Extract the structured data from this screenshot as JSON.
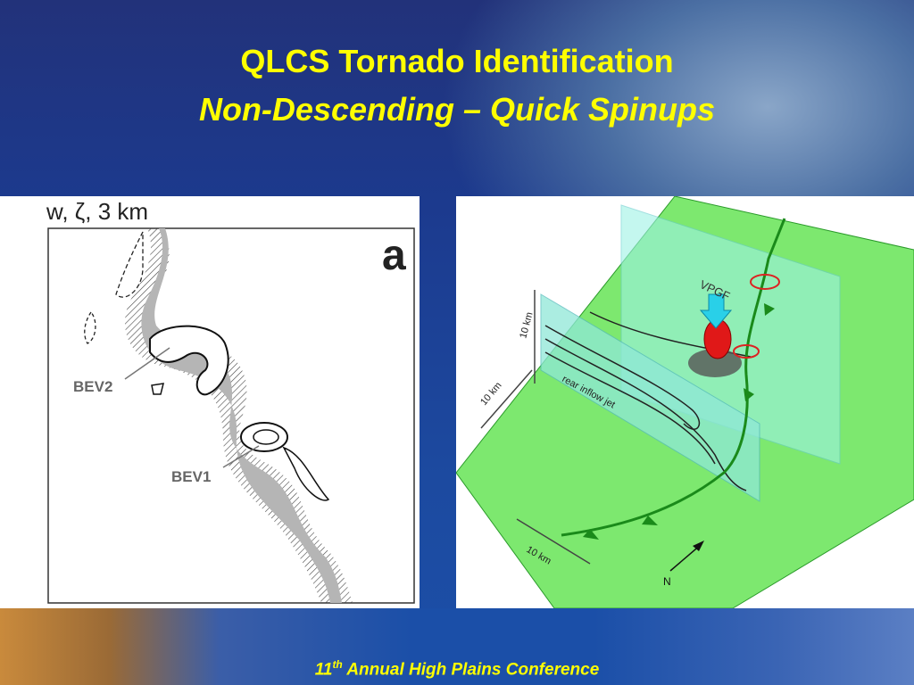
{
  "slide": {
    "title": "QLCS Tornado Identification",
    "subtitle": "Non-Descending – Quick Spinups"
  },
  "left_figure": {
    "header": "w, ζ, 3 km",
    "panel_letter": "a",
    "label_bev2": "BEV2",
    "label_bev1": "BEV1"
  },
  "right_figure": {
    "vpgf": "VPGF",
    "scale_vertical": "10 km",
    "scale_side": "10 km",
    "scale_bottom": "10 km",
    "rear_inflow": "rear inflow jet",
    "north": "N"
  },
  "footer": {
    "ordinal_number": "11",
    "ordinal_suffix": "th",
    "conference": " Annual High Plains Conference"
  }
}
